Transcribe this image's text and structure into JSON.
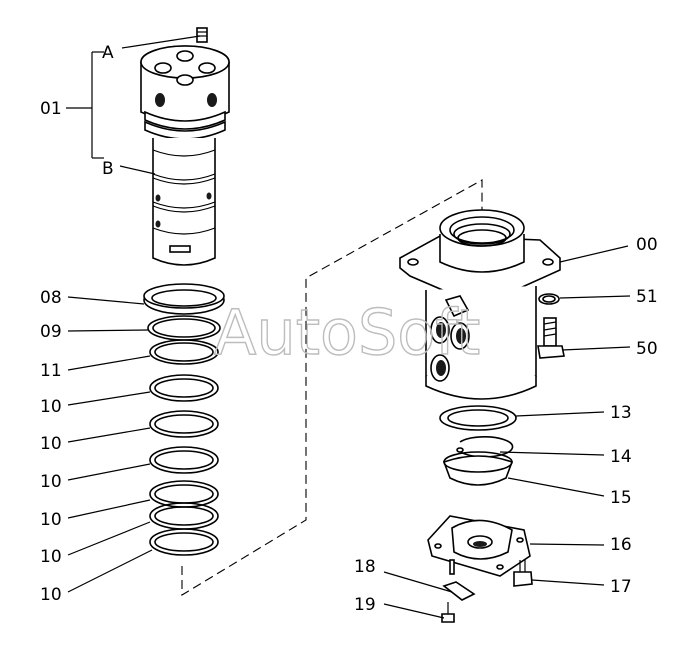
{
  "watermark": "AutoSoft",
  "labels": {
    "A": "A",
    "B": "B",
    "p01": "01",
    "p08": "08",
    "p09": "09",
    "p11": "11",
    "p10a": "10",
    "p10b": "10",
    "p10c": "10",
    "p10d": "10",
    "p10e": "10",
    "p10f": "10",
    "p00": "00",
    "p51": "51",
    "p50": "50",
    "p13": "13",
    "p14": "14",
    "p15": "15",
    "p16": "16",
    "p17": "17",
    "p18": "18",
    "p19": "19"
  }
}
